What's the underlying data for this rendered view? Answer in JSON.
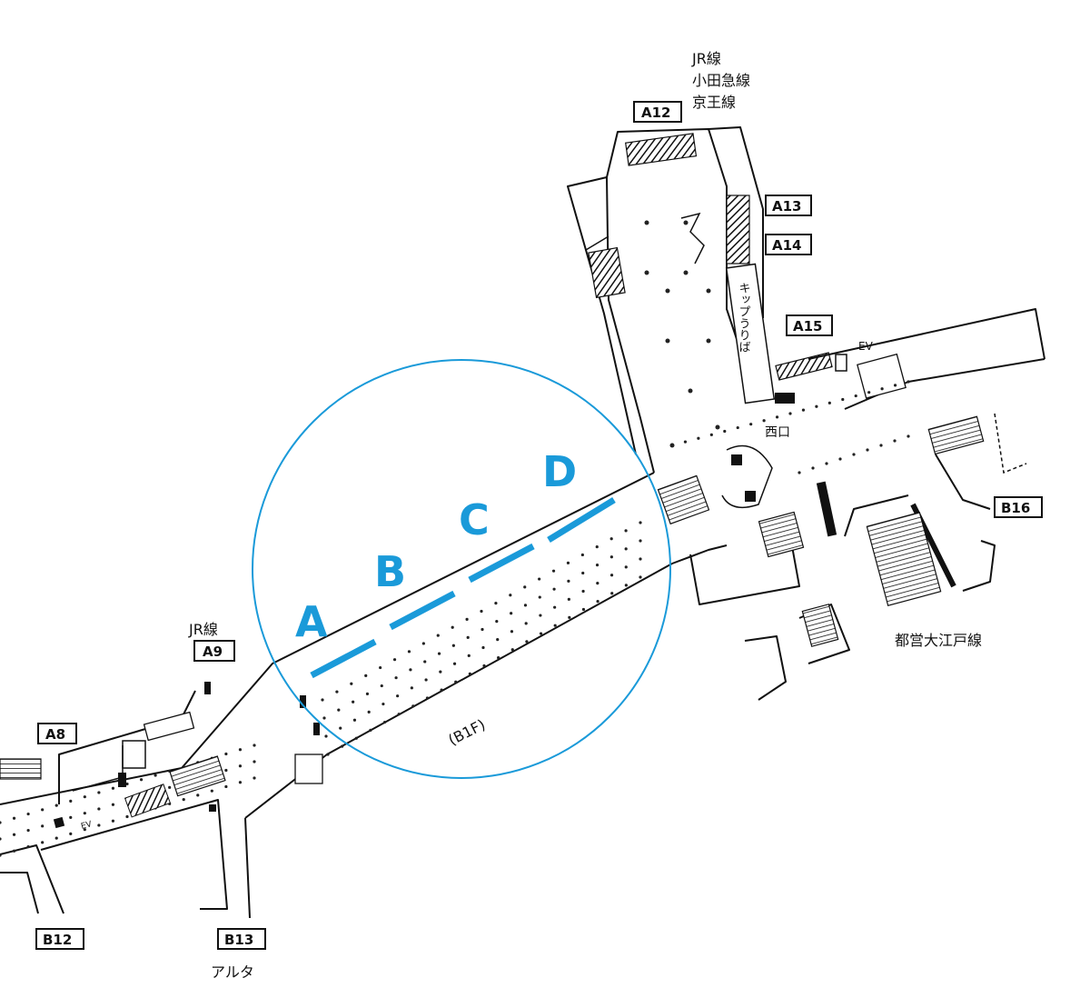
{
  "colors": {
    "accent": "#1a9ad9",
    "ink": "#111111"
  },
  "exits": [
    {
      "id": "A12",
      "label": "A12"
    },
    {
      "id": "A13",
      "label": "A13"
    },
    {
      "id": "A14",
      "label": "A14"
    },
    {
      "id": "A15",
      "label": "A15"
    },
    {
      "id": "A9",
      "label": "A9"
    },
    {
      "id": "A8",
      "label": "A8"
    },
    {
      "id": "B16",
      "label": "B16"
    },
    {
      "id": "B12",
      "label": "B12"
    },
    {
      "id": "B13",
      "label": "B13"
    }
  ],
  "lines": {
    "jr_top": "JR線",
    "odakyu": "小田急線",
    "keio": "京王線",
    "jr_left": "JR線",
    "oedo": "都営大江戸線",
    "alta": "アルタ"
  },
  "labels": {
    "floor": "(B1F)",
    "west_exit": "西口",
    "ev": "EV",
    "kippu": "キップうりば"
  },
  "platform": {
    "cars": [
      "A",
      "B",
      "C",
      "D"
    ]
  }
}
